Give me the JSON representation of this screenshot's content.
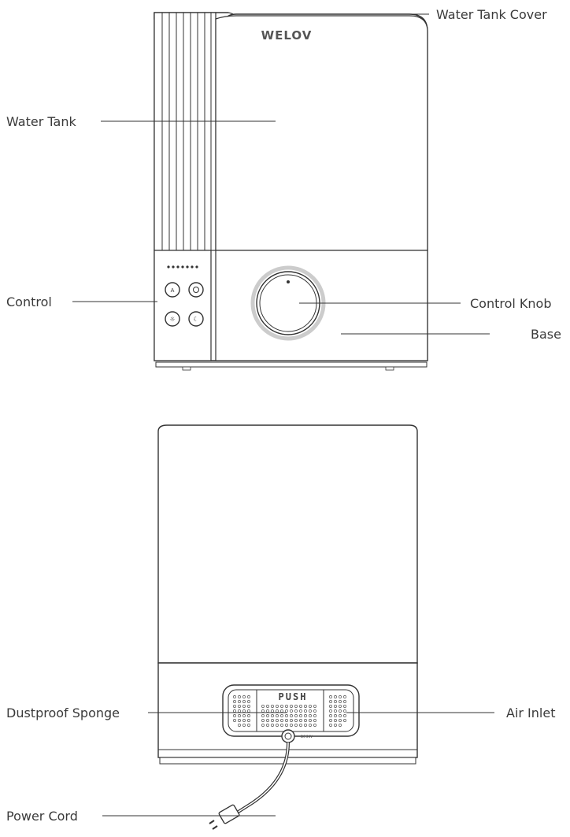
{
  "brand": "WELOV",
  "push_text": "PUSH",
  "plug_marking": "DC 24V",
  "labels": {
    "water_tank_cover": "Water Tank Cover",
    "water_tank": "Water Tank",
    "control": "Control",
    "control_knob": "Control Knob",
    "base": "Base",
    "dustproof_sponge": "Dustproof Sponge",
    "air_inlet": "Air Inlet",
    "power_cord": "Power Cord"
  }
}
